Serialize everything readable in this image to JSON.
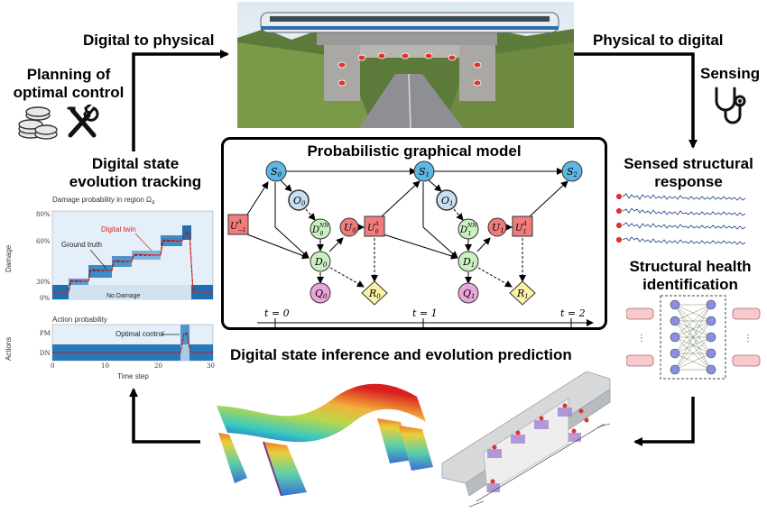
{
  "labels": {
    "digital_to_physical": "Digital to physical",
    "physical_to_digital": "Physical to digital",
    "planning": [
      "Planning of",
      "optimal control"
    ],
    "sensing": "Sensing",
    "state_tracking": [
      "Digital state",
      "evolution tracking"
    ],
    "sensed_response": [
      "Sensed structural",
      "response"
    ],
    "shm_identification": [
      "Structural health",
      "identification"
    ],
    "inference": "Digital state inference and evolution prediction"
  },
  "pgm": {
    "title": "Probabilistic graphical model",
    "nodes": {
      "S0": "S",
      "S0_sub": "0",
      "S1": "S",
      "S1_sub": "1",
      "S2": "S",
      "S2_sub": "2",
      "O0": "O",
      "O0_sub": "0",
      "O1": "O",
      "O1_sub": "1",
      "DNN0": "D",
      "DNN0_sub": "0",
      "DNN0_sup": "NN",
      "DNN1": "D",
      "DNN1_sub": "1",
      "DNN1_sup": "NN",
      "D0": "D",
      "D0_sub": "0",
      "D1": "D",
      "D1_sub": "1",
      "U0": "U",
      "U0_sub": "0",
      "U1": "U",
      "U1_sub": "1",
      "UAm1": "U",
      "UAm1_sub": "−1",
      "UAm1_sup": "A",
      "UA0": "U",
      "UA0_sub": "0",
      "UA0_sup": "A",
      "UA1": "U",
      "UA1_sub": "1",
      "UA1_sup": "A",
      "Q0": "Q",
      "Q0_sub": "0",
      "Q1": "Q",
      "Q1_sub": "1",
      "R0": "R",
      "R0_sub": "0",
      "R1": "R",
      "R1_sub": "1"
    },
    "timeline": [
      "t = 0",
      "t = 1",
      "t = 2"
    ]
  },
  "damage_chart": {
    "title": "Damage probability in region Ω",
    "title_sub": "4",
    "ylabel": "Damage",
    "yticks": [
      "80%",
      "60%",
      "30%",
      "0%"
    ],
    "no_damage_label": "No Damage",
    "series": [
      {
        "name": "Digital twin",
        "color": "#d62728"
      },
      {
        "name": "Ground truth",
        "color": "#000000"
      }
    ]
  },
  "action_chart": {
    "title": "Action probability",
    "ylabel": "Actions",
    "yticks": [
      "PM",
      "DN"
    ],
    "xticks": [
      "0",
      "10",
      "20",
      "30"
    ],
    "xlabel": "Time step",
    "series_label": "Optimal control"
  },
  "colors": {
    "node_blue": "#5eb6e4",
    "node_green": "#c9f0c0",
    "node_red": "#f07c7c",
    "node_pink": "#e9a6d9",
    "node_yellow": "#fbf2a6",
    "heat_dark": "#1f6fb0",
    "heat_light": "#d7e9f6"
  }
}
